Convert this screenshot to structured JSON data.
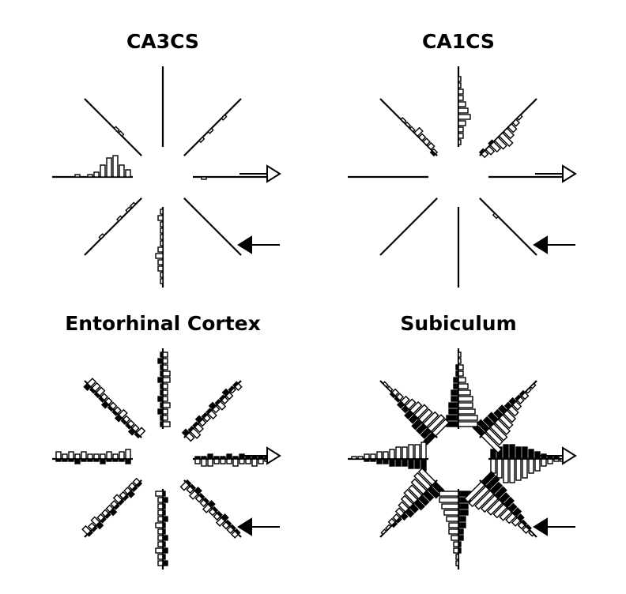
{
  "figure": {
    "panels": [
      {
        "title": "CA3CS"
      },
      {
        "title": "CA1CS"
      },
      {
        "title": "Entorhinal Cortex"
      },
      {
        "title": "Subiculum"
      }
    ]
  },
  "chart_data": [
    {
      "type": "bar",
      "title": "CA3CS",
      "directions_deg": [
        0,
        45,
        90,
        135,
        180,
        225,
        270,
        315
      ],
      "series": [
        {
          "values": [
            [
              0,
              1,
              0,
              0,
              0,
              0,
              0,
              0,
              0,
              0,
              0,
              0
            ],
            [
              0,
              0,
              0,
              1,
              0,
              1,
              0,
              0,
              1,
              0,
              0,
              0
            ],
            [
              0,
              0,
              0,
              0,
              0,
              0,
              0,
              0,
              0,
              0,
              0,
              0
            ],
            [
              0,
              0,
              0,
              0,
              1,
              1,
              0,
              0,
              0,
              0,
              0,
              0
            ],
            [
              3,
              5,
              9,
              8,
              5,
              2,
              1,
              0,
              1,
              0,
              0,
              0
            ],
            [
              0,
              1,
              1,
              0,
              1,
              0,
              0,
              0,
              1,
              0,
              0,
              0
            ],
            [
              1,
              2,
              1,
              1,
              1,
              1,
              2,
              3,
              2,
              2,
              1,
              1
            ],
            [
              0,
              0,
              0,
              0,
              0,
              0,
              0,
              0,
              0,
              0,
              0,
              0
            ]
          ]
        },
        {
          "values": [
            [
              0,
              0,
              0,
              0,
              0,
              0,
              0,
              0,
              0,
              0,
              0,
              0
            ],
            [
              0,
              0,
              0,
              0,
              0,
              0,
              0,
              0,
              0,
              0,
              0,
              0
            ],
            [
              0,
              0,
              0,
              0,
              0,
              0,
              0,
              0,
              0,
              0,
              0,
              0
            ],
            [
              0,
              0,
              0,
              0,
              0,
              0,
              0,
              0,
              0,
              0,
              0,
              0
            ],
            [
              0,
              0,
              0,
              0,
              0,
              0,
              0,
              0,
              0,
              0,
              0,
              0
            ],
            [
              0,
              0,
              0,
              0,
              0,
              0,
              0,
              0,
              0,
              0,
              0,
              0
            ],
            [
              0,
              0,
              0,
              0,
              0,
              0,
              0,
              0,
              0,
              0,
              0,
              0
            ],
            [
              0,
              0,
              0,
              0,
              0,
              0,
              0,
              0,
              0,
              0,
              0,
              0
            ]
          ]
        }
      ]
    },
    {
      "type": "bar",
      "title": "CA1CS",
      "directions_deg": [
        0,
        45,
        90,
        135,
        180,
        225,
        270,
        315
      ],
      "series": [
        {
          "values": [
            [
              0,
              0,
              0,
              0,
              0,
              0,
              0,
              0,
              0,
              0,
              0,
              0
            ],
            [
              2,
              3,
              4,
              5,
              6,
              4,
              3,
              2,
              1,
              0,
              0,
              0
            ],
            [
              1,
              2,
              2,
              3,
              5,
              4,
              3,
              2,
              2,
              1,
              1,
              0
            ],
            [
              1,
              2,
              2,
              2,
              3,
              1,
              1,
              1,
              0,
              0,
              0,
              0
            ],
            [
              0,
              0,
              0,
              0,
              0,
              0,
              0,
              0,
              0,
              0,
              0,
              0
            ],
            [
              0,
              0,
              0,
              0,
              0,
              0,
              0,
              0,
              0,
              0,
              0,
              0
            ],
            [
              0,
              0,
              0,
              0,
              0,
              0,
              0,
              0,
              0,
              0,
              0,
              0
            ],
            [
              0,
              0,
              0,
              1,
              0,
              0,
              0,
              0,
              0,
              0,
              0,
              0
            ]
          ]
        },
        {
          "values": [
            [
              0,
              0,
              0,
              0,
              0,
              0,
              0,
              0,
              0,
              0,
              0,
              0
            ],
            [
              1,
              0,
              1,
              0,
              0,
              0,
              0,
              0,
              0,
              0,
              0,
              0
            ],
            [
              0,
              0,
              0,
              0,
              0,
              0,
              0,
              0,
              0,
              0,
              0,
              0
            ],
            [
              1,
              0,
              0,
              0,
              0,
              0,
              0,
              0,
              0,
              0,
              0,
              0
            ],
            [
              0,
              0,
              0,
              0,
              0,
              0,
              0,
              0,
              0,
              0,
              0,
              0
            ],
            [
              0,
              0,
              0,
              0,
              0,
              0,
              0,
              0,
              0,
              0,
              0,
              0
            ],
            [
              0,
              0,
              0,
              0,
              0,
              0,
              0,
              0,
              0,
              0,
              0,
              0
            ],
            [
              0,
              0,
              0,
              0,
              0,
              0,
              0,
              0,
              0,
              0,
              0,
              0
            ]
          ]
        }
      ]
    },
    {
      "type": "bar",
      "title": "Entorhinal Cortex",
      "directions_deg": [
        0,
        45,
        90,
        135,
        180,
        225,
        270,
        315
      ],
      "series": [
        {
          "values": [
            [
              2,
              3,
              3,
              2,
              2,
              2,
              3,
              2,
              2,
              3,
              2,
              1
            ],
            [
              3,
              4,
              3,
              2,
              2,
              3,
              2,
              3,
              2,
              2,
              1,
              2
            ],
            [
              3,
              2,
              2,
              3,
              2,
              2,
              2,
              3,
              3,
              2,
              2,
              2
            ],
            [
              3,
              2,
              2,
              2,
              3,
              2,
              2,
              2,
              2,
              3,
              3,
              3
            ],
            [
              4,
              3,
              2,
              3,
              2,
              2,
              2,
              3,
              2,
              3,
              2,
              3
            ],
            [
              2,
              2,
              2,
              2,
              3,
              2,
              2,
              2,
              2,
              3,
              2,
              3
            ],
            [
              3,
              2,
              2,
              2,
              2,
              3,
              2,
              2,
              2,
              3,
              2,
              2
            ],
            [
              3,
              2,
              3,
              2,
              2,
              3,
              2,
              2,
              3,
              2,
              2,
              2
            ]
          ]
        },
        {
          "values": [
            [
              1,
              1,
              2,
              1,
              1,
              2,
              1,
              2,
              1,
              1,
              1,
              1
            ],
            [
              2,
              1,
              1,
              2,
              1,
              1,
              2,
              1,
              1,
              2,
              1,
              1
            ],
            [
              1,
              1,
              2,
              1,
              2,
              1,
              1,
              2,
              1,
              1,
              2,
              1
            ],
            [
              1,
              2,
              1,
              1,
              2,
              1,
              1,
              2,
              1,
              1,
              1,
              2
            ],
            [
              2,
              1,
              1,
              1,
              2,
              1,
              1,
              1,
              2,
              1,
              1,
              1
            ],
            [
              1,
              1,
              2,
              1,
              1,
              1,
              2,
              1,
              1,
              2,
              1,
              1
            ],
            [
              1,
              2,
              1,
              1,
              2,
              1,
              1,
              2,
              1,
              2,
              1,
              2
            ],
            [
              1,
              1,
              2,
              1,
              1,
              2,
              1,
              1,
              2,
              1,
              1,
              1
            ]
          ]
        }
      ]
    },
    {
      "type": "bar",
      "title": "Subiculum",
      "directions_deg": [
        0,
        45,
        90,
        135,
        180,
        225,
        270,
        315
      ],
      "series": [
        {
          "values": [
            [
              6,
              8,
              10,
              10,
              9,
              8,
              6,
              5,
              3,
              2,
              1,
              1
            ],
            [
              10,
              8,
              8,
              7,
              6,
              5,
              4,
              3,
              2,
              2,
              1,
              1
            ],
            [
              8,
              8,
              7,
              6,
              6,
              5,
              4,
              3,
              2,
              2,
              1,
              1
            ],
            [
              8,
              8,
              7,
              6,
              6,
              5,
              4,
              3,
              2,
              2,
              1,
              1
            ],
            [
              7,
              6,
              6,
              5,
              5,
              4,
              3,
              3,
              2,
              2,
              1,
              1
            ],
            [
              8,
              8,
              7,
              6,
              6,
              5,
              4,
              3,
              2,
              2,
              1,
              1
            ],
            [
              8,
              8,
              7,
              6,
              5,
              4,
              4,
              3,
              2,
              2,
              1,
              1
            ],
            [
              10,
              10,
              9,
              8,
              7,
              6,
              5,
              4,
              3,
              2,
              2,
              1
            ]
          ]
        },
        {
          "values": [
            [
              4,
              5,
              6,
              6,
              5,
              5,
              4,
              3,
              2,
              1,
              1,
              0
            ],
            [
              5,
              5,
              4,
              4,
              3,
              3,
              2,
              2,
              1,
              1,
              0,
              0
            ],
            [
              5,
              5,
              4,
              4,
              3,
              3,
              2,
              2,
              1,
              1,
              0,
              0
            ],
            [
              5,
              4,
              4,
              4,
              3,
              3,
              2,
              2,
              1,
              1,
              0,
              0
            ],
            [
              5,
              4,
              4,
              3,
              3,
              3,
              2,
              2,
              1,
              1,
              0,
              0
            ],
            [
              5,
              5,
              4,
              4,
              4,
              3,
              3,
              2,
              1,
              1,
              0,
              0
            ],
            [
              5,
              5,
              4,
              4,
              3,
              3,
              2,
              2,
              1,
              1,
              0,
              0
            ],
            [
              6,
              6,
              5,
              5,
              4,
              4,
              3,
              3,
              2,
              1,
              1,
              0
            ]
          ]
        }
      ]
    }
  ]
}
